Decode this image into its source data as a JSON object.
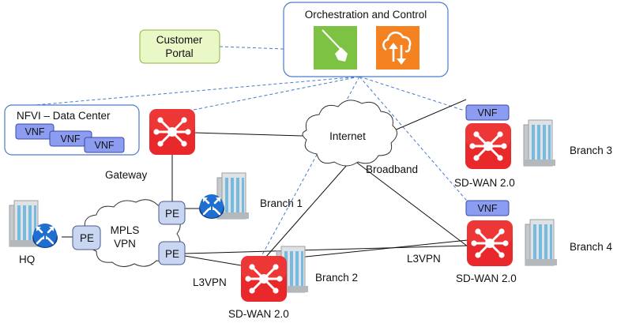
{
  "orchestration": {
    "title": "Orchestration and Control"
  },
  "portal": {
    "label_line1": "Customer",
    "label_line2": "Portal"
  },
  "nfvi": {
    "title": "NFVI – Data Center",
    "vnfs": [
      "VNF",
      "VNF",
      "VNF"
    ]
  },
  "gateway": {
    "label": "Gateway"
  },
  "internet": {
    "label": "Internet"
  },
  "broadband": {
    "label": "Broadband"
  },
  "mpls": {
    "label_line1": "MPLS",
    "label_line2": "VPN"
  },
  "pe": [
    "PE",
    "PE",
    "PE"
  ],
  "hq": {
    "label": "HQ"
  },
  "branch1": {
    "label": "Branch 1"
  },
  "branch2": {
    "label": "Branch 2",
    "device_label": "SD-WAN 2.0",
    "link_label": "L3VPN"
  },
  "branch3": {
    "label": "Branch 3",
    "device_label": "SD-WAN 2.0",
    "vnf": "VNF"
  },
  "branch4": {
    "label": "Branch 4",
    "device_label": "SD-WAN 2.0",
    "vnf": "VNF",
    "link_label": "L3VPN"
  },
  "colors": {
    "router_red": "#e8282a",
    "router_blue": "#1f6fd1",
    "vnf_fill": "#8c9cf0",
    "pe_fill": "#c9d6f2",
    "portal_fill": "#eaf7c6",
    "link_dashed": "#4a7bc8",
    "orch_green": "#7dc242",
    "orch_orange": "#f58220"
  }
}
